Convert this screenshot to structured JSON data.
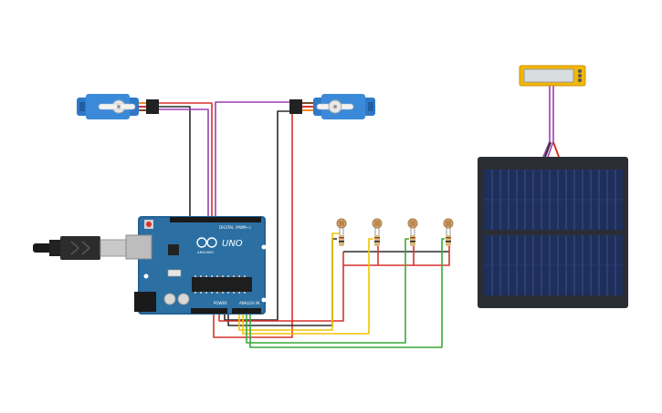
{
  "canvas": {
    "background": "#ffffff"
  },
  "arduino": {
    "model": "UNO",
    "brand": "ARDUINO",
    "header_digital": "DIGITAL (PWM~)",
    "header_power": "POWER",
    "header_analog": "ANALOG IN",
    "board_color": "#2b6fa3"
  },
  "components": {
    "servo_count": 2,
    "photoresistor_count": 4,
    "solar_panel": {
      "cell_color": "#1f2f5c",
      "frame_color": "#2a2d33"
    },
    "display_module": {
      "body_color": "#f2b705"
    }
  },
  "wires": {
    "red": "#d9312b",
    "black": "#2b2b2b",
    "purple": "#9b3fb5",
    "yellow": "#f2c400",
    "green": "#3aa835"
  }
}
